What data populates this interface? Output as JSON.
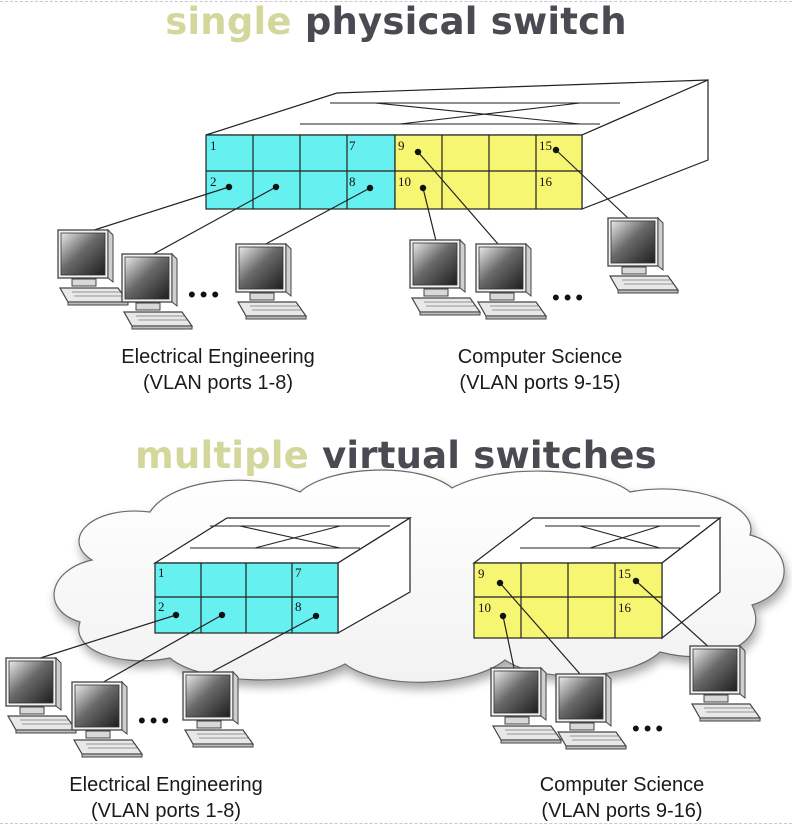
{
  "top_title": {
    "highlight": "single",
    "rest": "physical switch"
  },
  "bottom_title": {
    "highlight": "multiple",
    "rest": "virtual switches"
  },
  "top_switch": {
    "ports_left": [
      "1",
      "7",
      "2",
      "8"
    ],
    "ports_right": [
      "9",
      "15",
      "10",
      "16"
    ],
    "left_color": "#66f0f0",
    "right_color": "#f6f672"
  },
  "bottom_switch_ee": {
    "ports": [
      "1",
      "7",
      "2",
      "8"
    ],
    "color": "#66f0f0"
  },
  "bottom_switch_cs": {
    "ports": [
      "9",
      "15",
      "10",
      "16"
    ],
    "color": "#f6f672"
  },
  "ellipsis": "•••",
  "top_captions": {
    "ee_line1": "Electrical Engineering",
    "ee_line2": "(VLAN ports 1-8)",
    "cs_line1": "Computer Science",
    "cs_line2": "(VLAN ports 9-15)"
  },
  "bottom_captions": {
    "ee_line1": "Electrical Engineering",
    "ee_line2": "(VLAN ports 1-8)",
    "cs_line1": "Computer Science",
    "cs_line2": "(VLAN ports 9-16)"
  }
}
